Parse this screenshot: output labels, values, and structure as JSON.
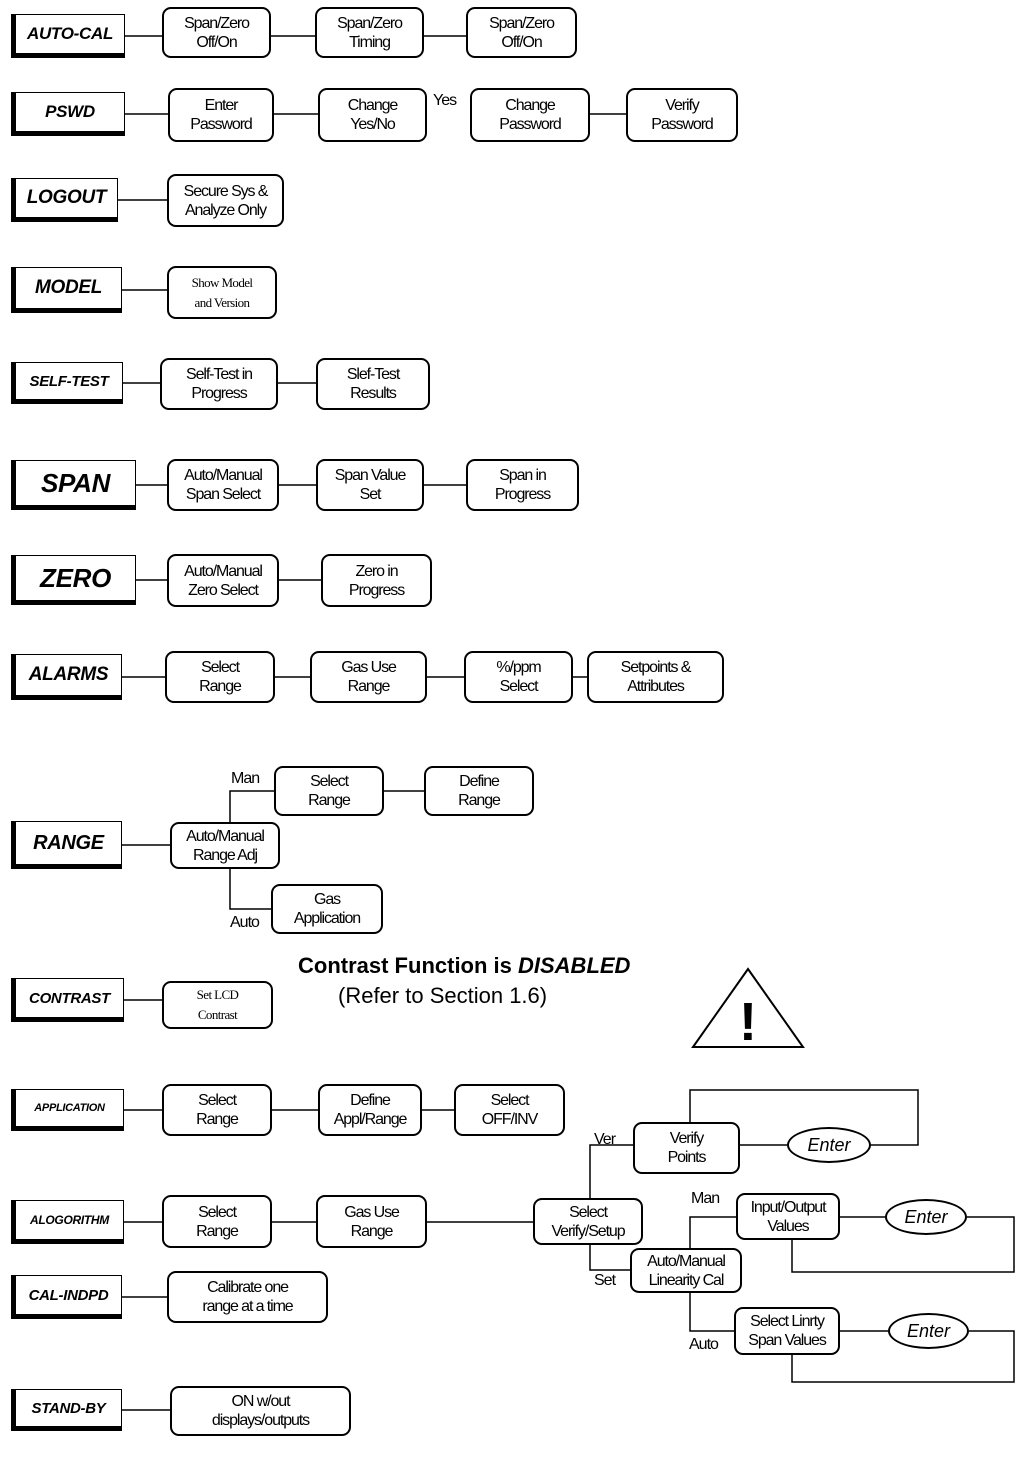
{
  "menus": {
    "autocal": "AUTO-CAL",
    "pswd": "PSWD",
    "logout": "LOGOUT",
    "model": "MODEL",
    "selftest": "SELF-TEST",
    "span": "SPAN",
    "zero": "ZERO",
    "alarms": "ALARMS",
    "range": "RANGE",
    "contrast": "CONTRAST",
    "application": "APPLICATION",
    "algorithm": "ALOGORITHM",
    "calindpd": "CAL-INDPD",
    "standby": "STAND-BY"
  },
  "autocal": {
    "b1": [
      "Span/Zero",
      "Off/On"
    ],
    "b2": [
      "Span/Zero",
      "Timing"
    ],
    "b3": [
      "Span/Zero",
      "Off/On"
    ]
  },
  "pswd": {
    "b1": [
      "Enter",
      "Password"
    ],
    "b2": [
      "Change",
      "Yes/No"
    ],
    "yes": "Yes",
    "b3": [
      "Change",
      "Password"
    ],
    "b4": [
      "Verify",
      "Password"
    ]
  },
  "logout": {
    "b1": [
      "Secure Sys &",
      "Analyze Only"
    ]
  },
  "model": {
    "b1": [
      "Show Model",
      "and Version"
    ]
  },
  "selftest": {
    "b1": [
      "Self-Test in",
      "Progress"
    ],
    "b2": [
      "Slef-Test",
      "Results"
    ]
  },
  "span": {
    "b1": [
      "Auto/Manual",
      "Span Select"
    ],
    "b2": [
      "Span Value",
      "Set"
    ],
    "b3": [
      "Span in",
      "Progress"
    ]
  },
  "zero": {
    "b1": [
      "Auto/Manual",
      "Zero Select"
    ],
    "b2": [
      "Zero in",
      "Progress"
    ]
  },
  "alarms": {
    "b1": [
      "Select",
      "Range"
    ],
    "b2": [
      "Gas Use",
      "Range"
    ],
    "b3": [
      "%/ppm",
      "Select"
    ],
    "b4": [
      "Setpoints &",
      "Attributes"
    ]
  },
  "range": {
    "man": "Man",
    "auto": "Auto",
    "b1": [
      "Auto/Manual",
      "Range Adj"
    ],
    "b2": [
      "Select",
      "Range"
    ],
    "b3": [
      "Define",
      "Range"
    ],
    "b4": [
      "Gas",
      "Application"
    ]
  },
  "contrast": {
    "b1": [
      "Set LCD",
      "Contrast"
    ],
    "note_prefix": "Contrast Function is ",
    "note_emph": "DISABLED",
    "note_ref": "(Refer to Section 1.6)",
    "warning_symbol": "!"
  },
  "application": {
    "b1": [
      "Select",
      "Range"
    ],
    "b2": [
      "Define",
      "Appl/Range"
    ],
    "b3": [
      "Select",
      "OFF/INV"
    ]
  },
  "algorithm": {
    "b1": [
      "Select",
      "Range"
    ],
    "b2": [
      "Gas Use",
      "Range"
    ],
    "b3": [
      "Select",
      "Verify/Setup"
    ],
    "ver": "Ver",
    "set": "Set",
    "verify_points": [
      "Verify",
      "Points"
    ],
    "enter1": "Enter",
    "lin_cal": [
      "Auto/Manual",
      "Linearity Cal"
    ],
    "man": "Man",
    "auto": "Auto",
    "io_values": [
      "Input/Output",
      "Values"
    ],
    "enter2": "Enter",
    "lin_span": [
      "Select Linrty",
      "Span Values"
    ],
    "enter3": "Enter"
  },
  "calindpd": {
    "b1": [
      "Calibrate one",
      "range at a time"
    ]
  },
  "standby": {
    "b1": [
      "ON w/out",
      "displays/outputs"
    ]
  }
}
